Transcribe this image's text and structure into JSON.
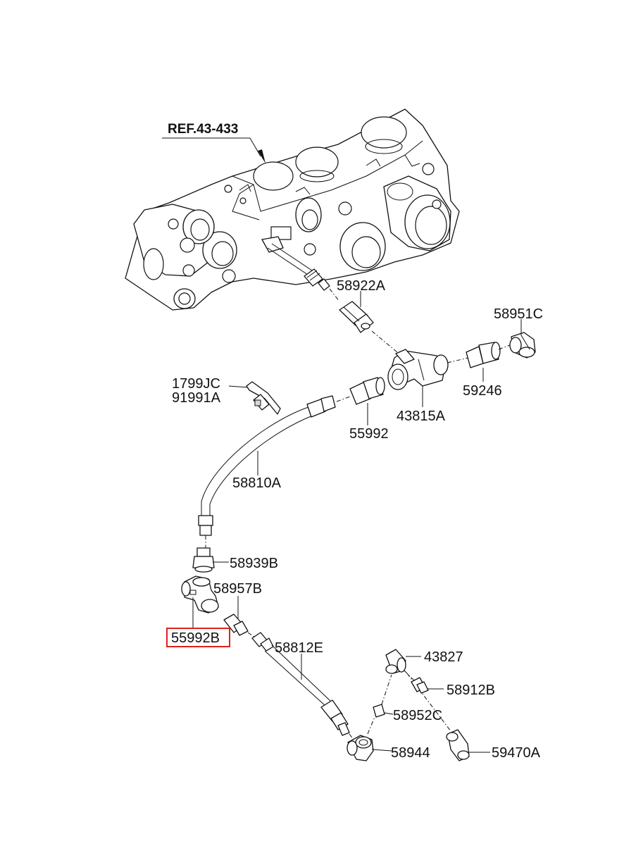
{
  "reference": {
    "text": "REF.43-433"
  },
  "labels": {
    "p58922A": "58922A",
    "p58951C": "58951C",
    "p1799JC": "1799JC",
    "p91991A": "91991A",
    "p59246": "59246",
    "p43815A": "43815A",
    "p55992": "55992",
    "p58810A": "58810A",
    "p58939B": "58939B",
    "p58957B": "58957B",
    "p55992B": "55992B",
    "p58812E": "58812E",
    "p43827": "43827",
    "p58912B": "58912B",
    "p58952C": "58952C",
    "p58944": "58944",
    "p59470A": "59470A"
  },
  "highlight": {
    "part": "55992B",
    "color": "#e0211b"
  }
}
